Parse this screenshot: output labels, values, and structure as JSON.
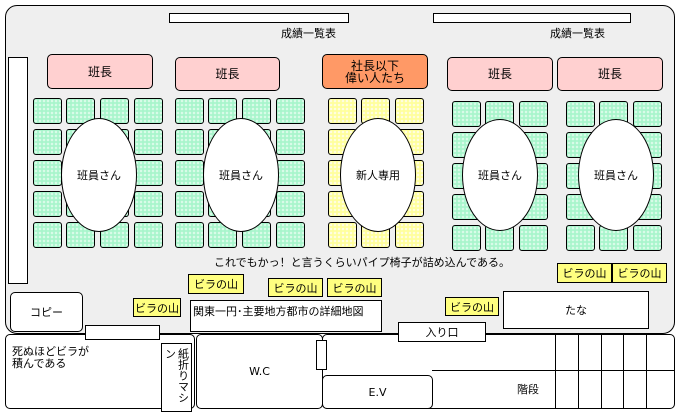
{
  "title_board_label": "成績一覧表",
  "leaders": [
    "班長",
    "班長",
    "社長以下\n偉い人たち",
    "班長",
    "班長"
  ],
  "groups": [
    "班員さん",
    "班員さん",
    "新人専用",
    "班員さん",
    "班員さん"
  ],
  "note": "これでもかっ！と言うくらいパイプ椅子が詰め込んである。",
  "bira": "ビラの山",
  "copy": "コピー",
  "map": "関東一円･主要地方都市の詳細地図",
  "shelf": "たな",
  "entrance": "入り口",
  "flyer_storage": "死ぬほどビラが\n積んである",
  "folding_machine": "紙折りマシン",
  "wc": "W.C",
  "ev": "E.V",
  "stairs": "階段",
  "colors": {
    "room": "#efefef",
    "leader": "#ffd0d0",
    "boss": "#ff9966",
    "chair": "#a8f5cc",
    "chair_new": "#ffff9c",
    "bira": "#ffff80"
  }
}
